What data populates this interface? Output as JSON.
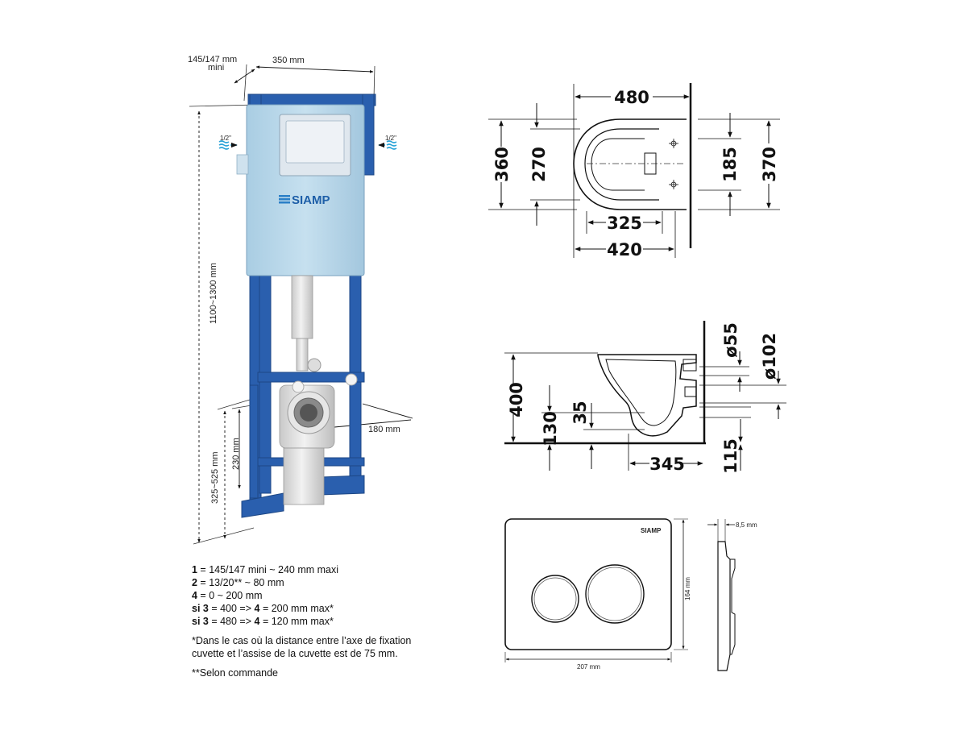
{
  "frame": {
    "dims": {
      "depth": "145/147 mm",
      "depth_min": "mini",
      "width": "350 mm",
      "total_height": "1100~1300 mm",
      "fix_height": "325~525 mm",
      "outlet_height": "230 mm",
      "outlet_offset": "180 mm",
      "inlet_left": "1/2\"",
      "inlet_right": "1/2\""
    },
    "brand": "SIAMP",
    "colors": {
      "frame": "#2a5fae",
      "tank": "#b9d7ea",
      "pipe": "#dcdcdc",
      "water": "#2aa3d8"
    }
  },
  "notes": {
    "lines": [
      {
        "b1": "1",
        "t1": " = 145/147 mini ~ 240 mm maxi"
      },
      {
        "b1": "2",
        "t1": " = 13/20** ~ 80 mm"
      },
      {
        "b1": "4",
        "t1": " = 0 ~ 200 mm"
      },
      {
        "b1": "si 3",
        "t1": " = 400 => ",
        "b2": "4",
        "t2": " = 200 mm max*"
      },
      {
        "b1": "si 3",
        "t1": " = 480 => ",
        "b2": "4",
        "t2": " = 120 mm max*"
      }
    ],
    "footnote": "*Dans le cas où la distance entre l’axe de fixation cuvette et l’assise de la cuvette est de 75 mm.",
    "footnote2": "**Selon commande"
  },
  "bowl_top": {
    "d480": "480",
    "d360": "360",
    "d270": "270",
    "d185": "185",
    "d370": "370",
    "d325": "325",
    "d420": "420"
  },
  "bowl_side": {
    "d400": "400",
    "d130": "130",
    "d35": "35",
    "d345": "345",
    "d115": "115",
    "d55": "ø55",
    "d102": "ø102"
  },
  "plate": {
    "brand": "SIAMP",
    "width": "207 mm",
    "height": "164 mm",
    "thickness": "8,5 mm"
  }
}
